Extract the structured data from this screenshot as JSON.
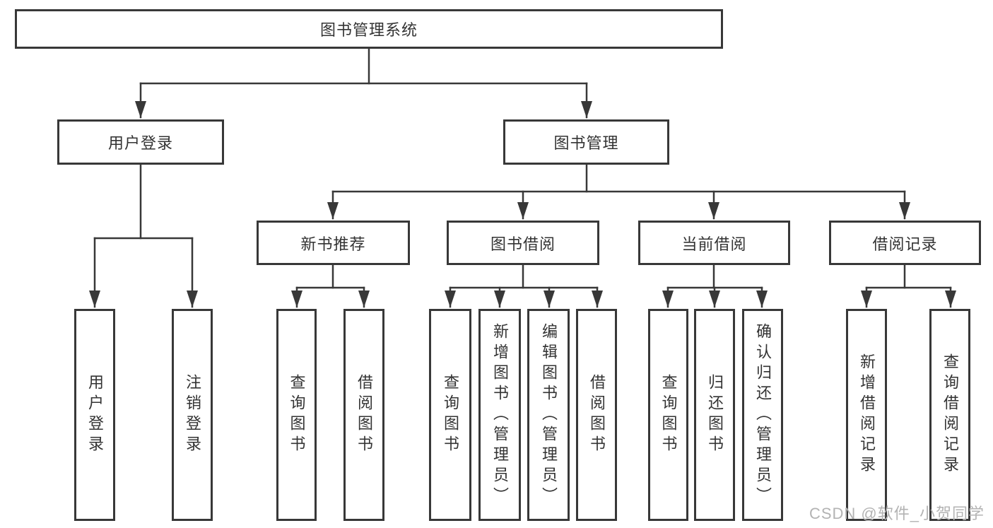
{
  "diagram": {
    "root": {
      "label": "图书管理系统"
    },
    "level2": {
      "user_login": "用户登录",
      "book_management": "图书管理"
    },
    "level3": {
      "new_book_recommend": "新书推荐",
      "book_borrow": "图书借阅",
      "current_borrow": "当前借阅",
      "borrow_records": "借阅记录"
    },
    "leaves": {
      "user_login": [
        "用户登录",
        "注销登录"
      ],
      "new_book_recommend": [
        "查询图书",
        "借阅图书"
      ],
      "book_borrow": [
        "查询图书",
        "新增图书（管理员）",
        "编辑图书（管理员）",
        "借阅图书"
      ],
      "current_borrow": [
        "查询图书",
        "归还图书",
        "确认归还（管理员）"
      ],
      "borrow_records": [
        "新增借阅记录",
        "查询借阅记录"
      ]
    },
    "colors": {
      "line": "#383838",
      "text": "#333333",
      "background": "#ffffff",
      "watermark": "#b3b3b3"
    },
    "watermark": "CSDN @软件_小贺同学"
  }
}
